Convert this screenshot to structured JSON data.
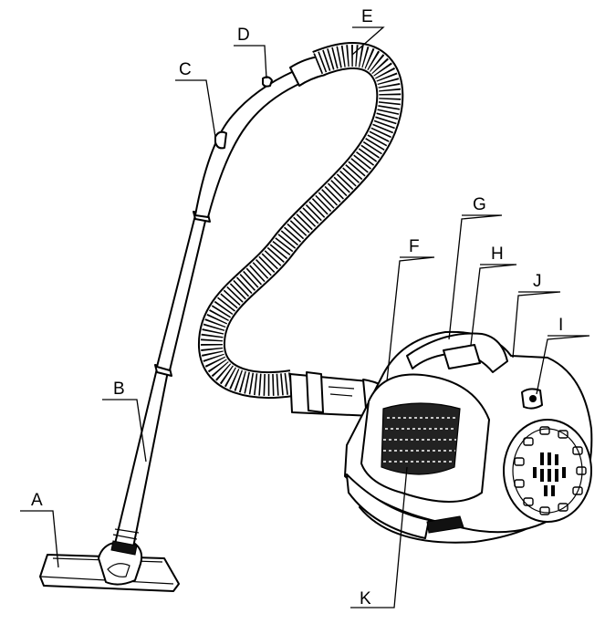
{
  "diagram": {
    "callouts": [
      {
        "id": "A",
        "text": "A"
      },
      {
        "id": "B",
        "text": "B"
      },
      {
        "id": "C",
        "text": "C"
      },
      {
        "id": "D",
        "text": "D"
      },
      {
        "id": "E",
        "text": "E"
      },
      {
        "id": "F",
        "text": "F"
      },
      {
        "id": "G",
        "text": "G"
      },
      {
        "id": "H",
        "text": "H"
      },
      {
        "id": "I",
        "text": "I"
      },
      {
        "id": "J",
        "text": "J"
      },
      {
        "id": "K",
        "text": "K"
      }
    ],
    "colors": {
      "ink": "#000000",
      "paper": "#ffffff"
    }
  }
}
